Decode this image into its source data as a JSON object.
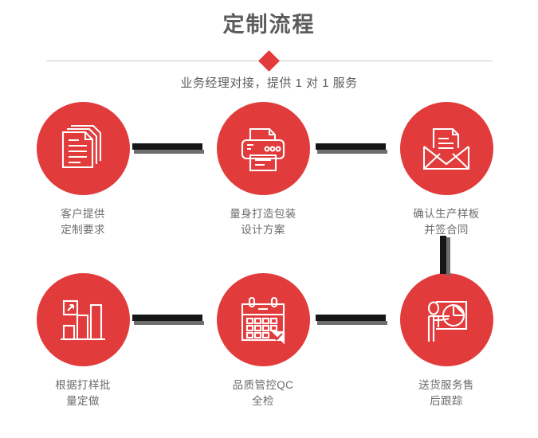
{
  "header": {
    "title": "定制流程",
    "subtitle": "业务经理对接，提供 1 对 1 服务",
    "diamond_icon": "diamond-marker"
  },
  "theme": {
    "accent_red": "#E23B3B",
    "title_gray": "#5C5C5C",
    "label_gray": "#6B6B6B",
    "connector_dark": "#161616",
    "connector_shadow": "#6E6E6E",
    "divider_gray": "#C9C9C9"
  },
  "flow": {
    "steps": [
      {
        "icon": "documents-stack-icon",
        "label": "客户提供\n定制要求"
      },
      {
        "icon": "printer-icon",
        "label": "量身打造包装\n设计方案"
      },
      {
        "icon": "envelope-document-icon",
        "label": "确认生产样板\n并签合同"
      },
      {
        "icon": "bar-chart-growth-icon",
        "label": "根据打样批\n量定做"
      },
      {
        "icon": "calendar-icon",
        "label": "品质管控QC\n全检"
      },
      {
        "icon": "presentation-pie-chart-icon",
        "label": "送货服务售\n后跟踪"
      }
    ],
    "connectors": [
      {
        "name": "connector-step1-step2",
        "orientation": "horizontal"
      },
      {
        "name": "connector-step2-step3",
        "orientation": "horizontal"
      },
      {
        "name": "connector-step3-step6",
        "orientation": "vertical"
      },
      {
        "name": "connector-step4-step5",
        "orientation": "horizontal"
      },
      {
        "name": "connector-step5-step6",
        "orientation": "horizontal"
      }
    ]
  }
}
